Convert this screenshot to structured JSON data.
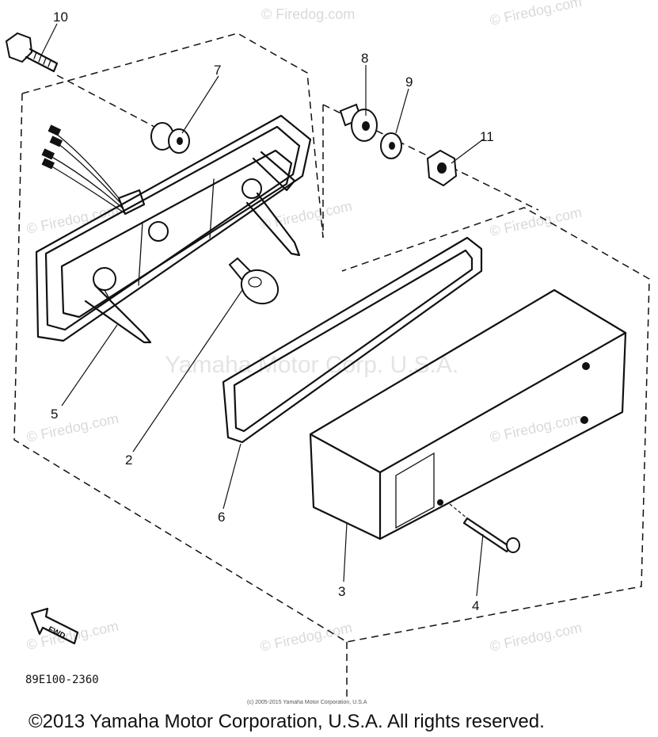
{
  "diagram": {
    "callouts": [
      {
        "id": "10",
        "label": "10"
      },
      {
        "id": "7",
        "label": "7"
      },
      {
        "id": "8",
        "label": "8"
      },
      {
        "id": "9",
        "label": "9"
      },
      {
        "id": "11",
        "label": "11"
      },
      {
        "id": "5",
        "label": "5"
      },
      {
        "id": "2",
        "label": "2"
      },
      {
        "id": "6",
        "label": "6"
      },
      {
        "id": "3",
        "label": "3"
      },
      {
        "id": "4",
        "label": "4"
      }
    ],
    "fwd_label": "FWD",
    "drawing_code": "89E100-2360",
    "small_copyright": "(c) 2005-2015 Yamaha Motor Corporation, U.S.A",
    "copyright": "©2013 Yamaha Motor Corporation, U.S.A. All rights reserved."
  },
  "watermarks": {
    "center": "Yamaha Motor Corp. U.S.A.",
    "site": "© Firedog.com"
  },
  "colors": {
    "line": "#111111",
    "watermark": "#d9d9d9",
    "background": "#ffffff"
  }
}
